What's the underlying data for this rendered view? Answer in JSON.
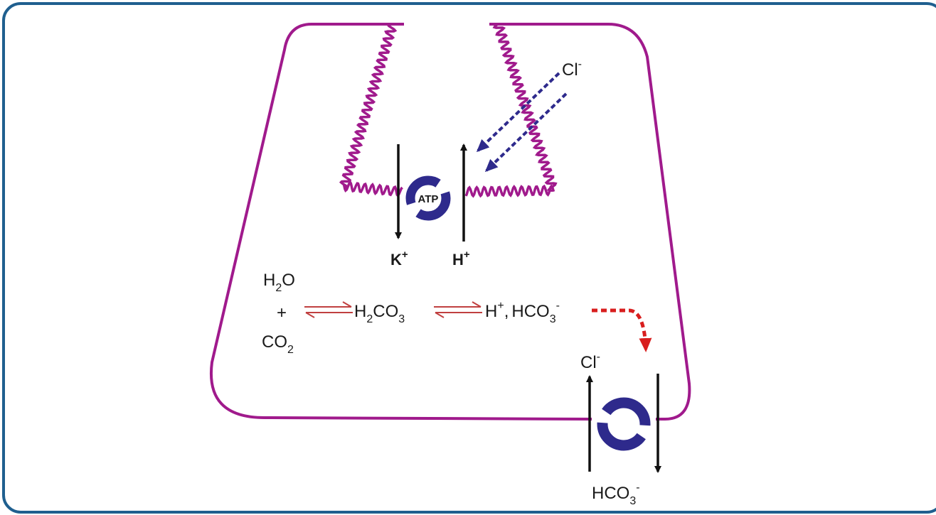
{
  "colors": {
    "frame": "#1f5f8f",
    "cell_membrane": "#a01a8c",
    "transporter": "#2e2a8c",
    "cl_arrows": "#2e2a8c",
    "equilibrium_arrows": "#c04040",
    "hco3_arrow": "#d81e1e",
    "ion_arrows": "#111111"
  },
  "pump": {
    "label": "ATP",
    "ion_out": {
      "base": "K",
      "sup": "+"
    },
    "ion_in": {
      "base": "H",
      "sup": "+"
    }
  },
  "lumen_ion": {
    "base": "Cl",
    "sup": "-"
  },
  "reaction": {
    "water": {
      "base": "H",
      "sub": "2",
      "tail": "O"
    },
    "plus": "+",
    "co2": {
      "base": "CO",
      "sub": "2"
    },
    "carbonic_acid": {
      "a": "H",
      "s1": "2",
      "b": "CO",
      "s2": "3"
    },
    "products": {
      "h": "H",
      "h_sup": "+",
      "sep": ",",
      "hco": "HCO",
      "sub": "3",
      "sup": "-"
    }
  },
  "exchanger": {
    "cl": {
      "base": "Cl",
      "sup": "-"
    },
    "hco3": {
      "base": "HCO",
      "sub": "3",
      "sup": "-"
    }
  },
  "icons": [
    "atp-pump-icon",
    "anion-exchanger-icon"
  ]
}
